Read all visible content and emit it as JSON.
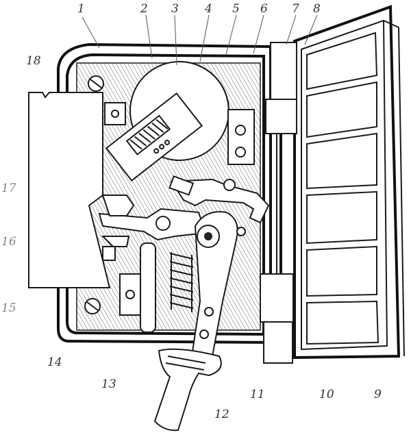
{
  "figure": {
    "callouts": [
      {
        "id": "label-1",
        "text": "1"
      },
      {
        "id": "label-2",
        "text": "2"
      },
      {
        "id": "label-3",
        "text": "3"
      },
      {
        "id": "label-4",
        "text": "4"
      },
      {
        "id": "label-5",
        "text": "5"
      },
      {
        "id": "label-6",
        "text": "6"
      },
      {
        "id": "label-7",
        "text": "7"
      },
      {
        "id": "label-8",
        "text": "8"
      },
      {
        "id": "label-9",
        "text": "9"
      },
      {
        "id": "label-10",
        "text": "10"
      },
      {
        "id": "label-11",
        "text": "11"
      },
      {
        "id": "label-12",
        "text": "12"
      },
      {
        "id": "label-13",
        "text": "13"
      },
      {
        "id": "label-14",
        "text": "14"
      },
      {
        "id": "label-15",
        "text": "15"
      },
      {
        "id": "label-16",
        "text": "16"
      },
      {
        "id": "label-17",
        "text": "17"
      },
      {
        "id": "label-18",
        "text": "18"
      }
    ]
  }
}
